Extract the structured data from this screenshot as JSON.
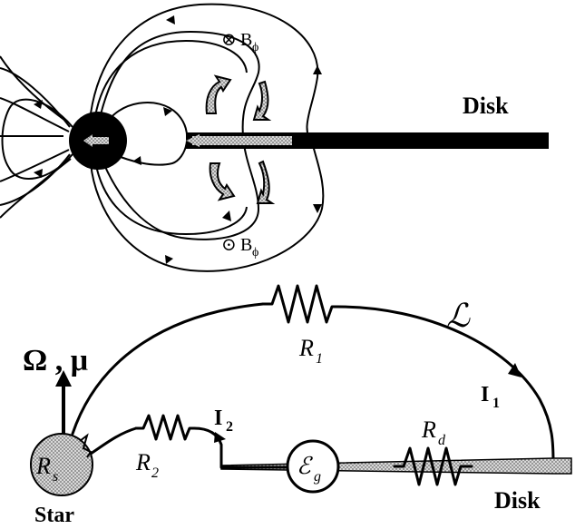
{
  "top_panel": {
    "disk_label": "Disk",
    "b_field_upper": {
      "symbol": "⊗",
      "label": "B",
      "subscript": "ϕ"
    },
    "b_field_lower": {
      "symbol": "⊙",
      "label": "B",
      "subscript": "ϕ"
    }
  },
  "bottom_panel": {
    "omega_mu_label": "Ω , μ",
    "loop_label": "ℒ",
    "r1_label": "R",
    "r1_sub": "1",
    "i1_label": "I",
    "i1_sub": "1",
    "r2_label": "R",
    "r2_sub": "2",
    "i2_label": "I",
    "i2_sub": "2",
    "rs_label": "R",
    "rs_sub": "s",
    "emf_label": "ℰ",
    "emf_sub": "g",
    "rd_label": "R",
    "rd_sub": "d",
    "star_label": "Star",
    "disk_label": "Disk"
  },
  "colors": {
    "ink": "#000000",
    "hatch": "#bdbdbd",
    "background": "#ffffff"
  }
}
